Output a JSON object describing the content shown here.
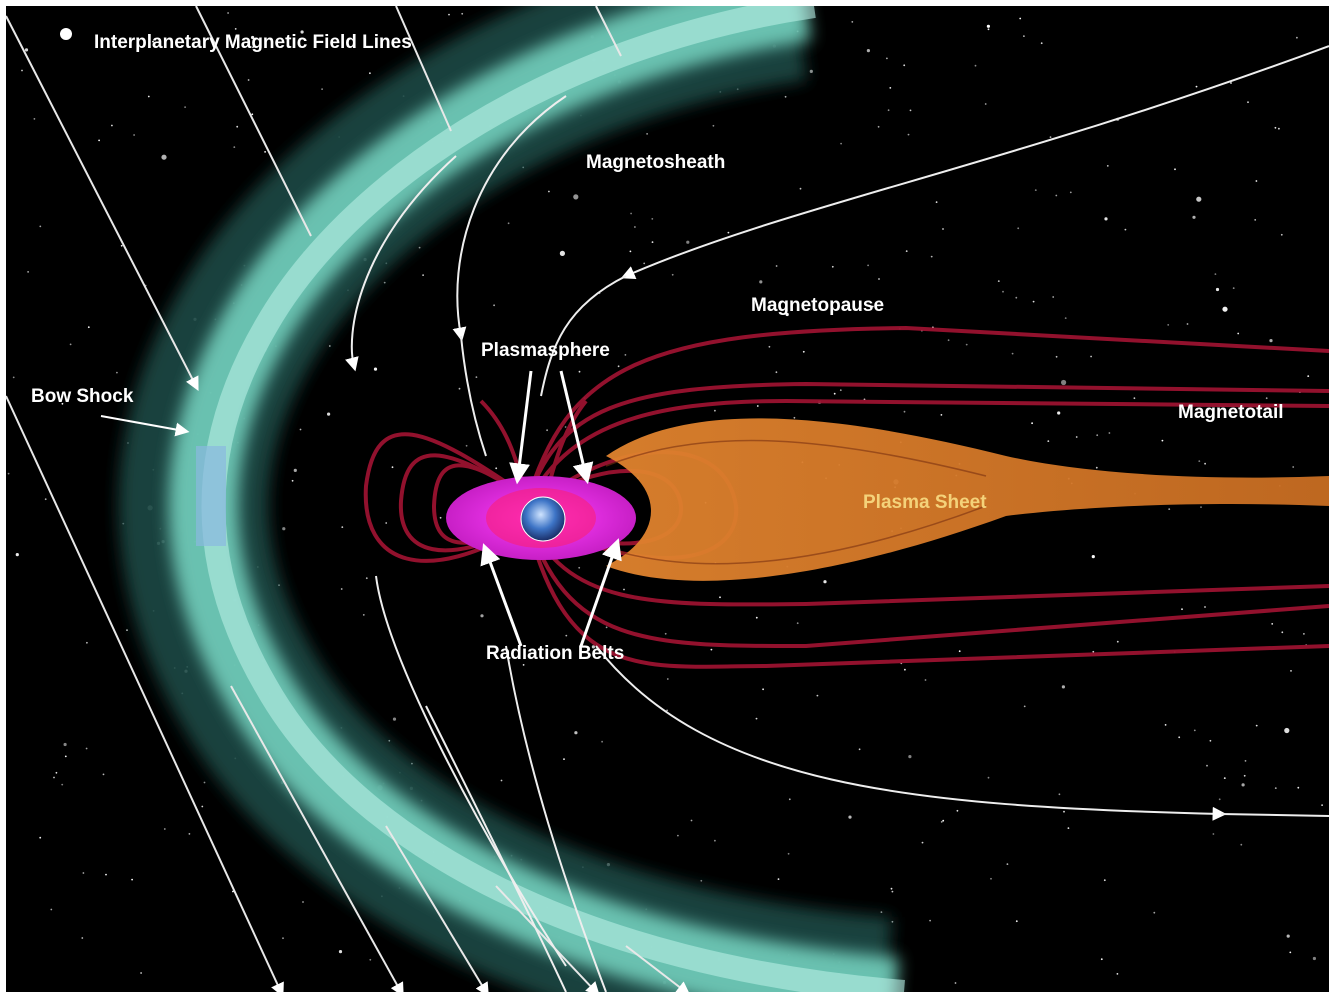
{
  "labels": {
    "imf": "Interplanetary Magnetic Field Lines",
    "magnetosheath": "Magnetosheath",
    "magnetopause": "Magnetopause",
    "plasmasphere": "Plasmasphere",
    "bow_shock": "Bow Shock",
    "magnetotail": "Magnetotail",
    "plasma_sheet": "Plasma Sheet",
    "radiation_belts": "Radiation Belts"
  },
  "colors": {
    "space": "#000000",
    "bow_shock": "#6fd6c0",
    "field_lines": "#a01030",
    "plasma_sheet": "#d2782a",
    "plasmasphere": "#e02ad8",
    "label": "#ffffff",
    "plasma_sheet_label": "#f4d27a"
  }
}
